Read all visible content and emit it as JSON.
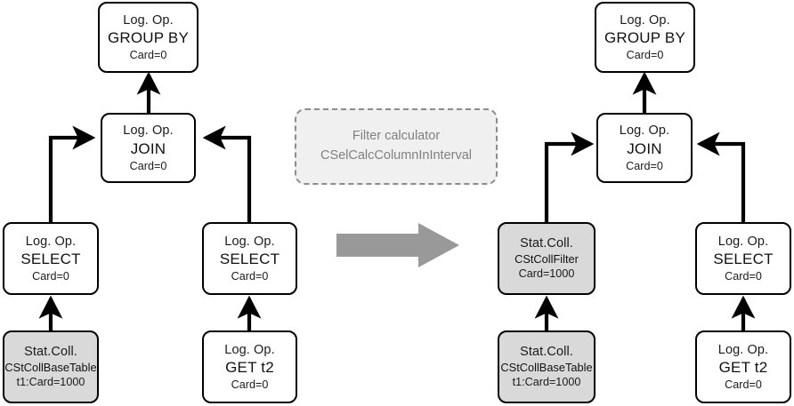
{
  "theme": {
    "node_border": "#000000",
    "node_fill": "#ffffff",
    "shaded_fill": "#d9d9d9",
    "calc_fill": "#f0f0f0",
    "calc_border": "#8c8c8c",
    "calc_text": "#808080",
    "transform_arrow": "#999999",
    "edge_color": "#000000"
  },
  "diagram": {
    "kind": "query-plan-transformation",
    "transform_arrow": {
      "name": "transformation-arrow",
      "direction": "right"
    },
    "calculator": {
      "title": "Filter calculator",
      "class_name": "CSelCalcColumnInInterval"
    },
    "left_plan": {
      "name": "before-plan",
      "nodes": [
        {
          "id": "l-groupby",
          "kind": "Log. Op.",
          "op": "GROUP BY",
          "card": "Card=0",
          "shaded": false
        },
        {
          "id": "l-join",
          "kind": "Log. Op.",
          "op": "JOIN",
          "card": "Card=0",
          "shaded": false
        },
        {
          "id": "l-select-1",
          "kind": "Log. Op.",
          "op": "SELECT",
          "card": "Card=0",
          "shaded": false
        },
        {
          "id": "l-select-2",
          "kind": "Log. Op.",
          "op": "SELECT",
          "card": "Card=0",
          "shaded": false
        },
        {
          "id": "l-statcoll-base",
          "kind": "Stat.Coll.",
          "op": "CStCollBaseTable",
          "card": "t1:Card=1000",
          "shaded": true
        },
        {
          "id": "l-get-t2",
          "kind": "Log. Op.",
          "op": "GET t2",
          "card": "Card=0",
          "shaded": false
        }
      ],
      "edges": [
        {
          "from": "l-join",
          "to": "l-groupby"
        },
        {
          "from": "l-select-1",
          "to": "l-join"
        },
        {
          "from": "l-select-2",
          "to": "l-join"
        },
        {
          "from": "l-statcoll-base",
          "to": "l-select-1"
        },
        {
          "from": "l-get-t2",
          "to": "l-select-2"
        }
      ]
    },
    "right_plan": {
      "name": "after-plan",
      "nodes": [
        {
          "id": "r-groupby",
          "kind": "Log. Op.",
          "op": "GROUP BY",
          "card": "Card=0",
          "shaded": false
        },
        {
          "id": "r-join",
          "kind": "Log. Op.",
          "op": "JOIN",
          "card": "Card=0",
          "shaded": false
        },
        {
          "id": "r-statcoll-filter",
          "kind": "Stat.Coll.",
          "op": "CStCollFilter",
          "card": "Card=1000",
          "shaded": true
        },
        {
          "id": "r-select",
          "kind": "Log. Op.",
          "op": "SELECT",
          "card": "Card=0",
          "shaded": false
        },
        {
          "id": "r-statcoll-base",
          "kind": "Stat.Coll.",
          "op": "CStCollBaseTable",
          "card": "t1:Card=1000",
          "shaded": true
        },
        {
          "id": "r-get-t2",
          "kind": "Log. Op.",
          "op": "GET t2",
          "card": "Card=0",
          "shaded": false
        }
      ],
      "edges": [
        {
          "from": "r-join",
          "to": "r-groupby"
        },
        {
          "from": "r-statcoll-filter",
          "to": "r-join"
        },
        {
          "from": "r-select",
          "to": "r-join"
        },
        {
          "from": "r-statcoll-base",
          "to": "r-statcoll-filter"
        },
        {
          "from": "r-get-t2",
          "to": "r-select"
        }
      ]
    }
  }
}
